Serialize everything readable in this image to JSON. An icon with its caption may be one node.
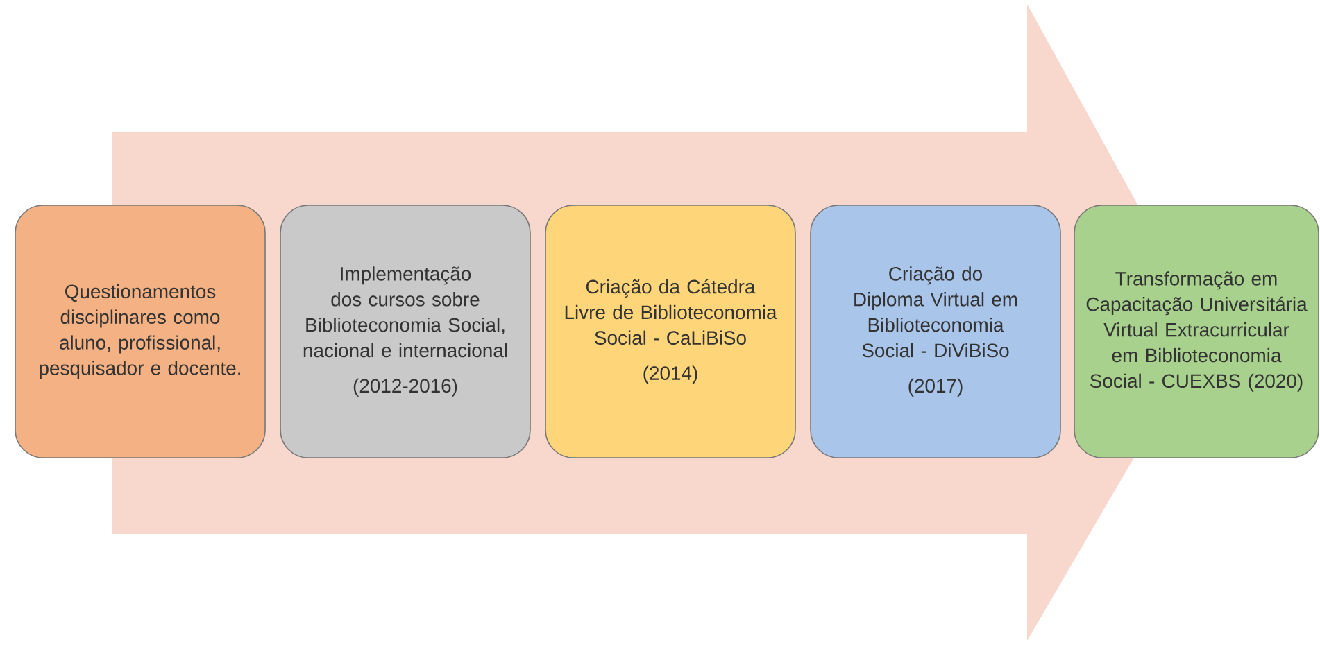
{
  "diagram": {
    "nodes": [
      {
        "text": [
          "Questionamentos disciplinares como aluno, profissional, pesquisador e docente."
        ]
      },
      {
        "text": [
          "Implementação dos cursos sobre Biblioteconomia Social, nacional e internacional",
          "(2012-2016)"
        ]
      },
      {
        "text": [
          "Criação da Cátedra Livre de Biblioteconomia Social - CaLiBiSo",
          "(2014)"
        ]
      },
      {
        "text": [
          "Criação do Diploma Virtual em Biblioteconomia Social - DiViBiSo",
          "(2017)"
        ]
      },
      {
        "text": [
          "Transformação em Capacitação Universitária Virtual Extracurricular em Biblioteconomia Social - CUEXBS (2020)"
        ]
      }
    ],
    "edges": [
      {
        "from": 0,
        "to": 4,
        "arrow": "to"
      }
    ]
  }
}
